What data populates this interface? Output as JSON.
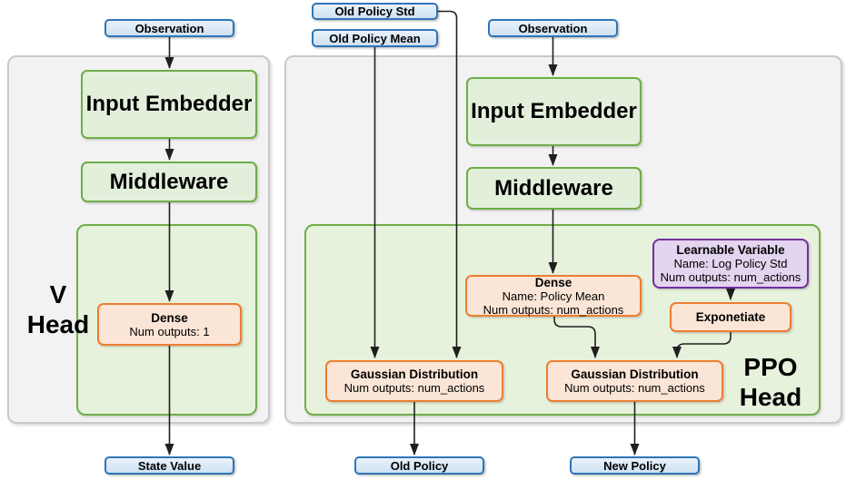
{
  "colors": {
    "blue_border": "#2E75B6",
    "blue_fill": "#D9E7F5",
    "green_border": "#70AD47",
    "green_fill": "#E2EFDA",
    "green_container_fill": "#E7F2DD",
    "orange_border": "#ED7D31",
    "orange_fill": "#FBE5D6",
    "purple_border": "#7030A0",
    "purple_fill": "#E3D4EF",
    "gray_container_fill": "#F2F2F2",
    "gray_container_border": "#C9C9C9",
    "connector_line": "#1F1F1F"
  },
  "v_network": {
    "observation_label": "Observation",
    "input_embedder_label": "Input Embedder",
    "middleware_label": "Middleware",
    "head_label_line1": "V",
    "head_label_line2": "Head",
    "dense": {
      "title": "Dense",
      "subtitle": "Num outputs: 1"
    },
    "state_value_label": "State Value"
  },
  "ppo_network": {
    "old_policy_std_label": "Old Policy Std",
    "old_policy_mean_label": "Old Policy Mean",
    "observation_label": "Observation",
    "input_embedder_label": "Input Embedder",
    "middleware_label": "Middleware",
    "head_label_line1": "PPO",
    "head_label_line2": "Head",
    "dense": {
      "title": "Dense",
      "line1": "Name: Policy Mean",
      "line2": "Num outputs: num_actions"
    },
    "learnable_variable": {
      "title": "Learnable Variable",
      "line1": "Name: Log Policy Std",
      "line2": "Num outputs: num_actions"
    },
    "exponetiate_label": "Exponetiate",
    "gaussian_old": {
      "title": "Gaussian Distribution",
      "subtitle": "Num outputs: num_actions"
    },
    "gaussian_new": {
      "title": "Gaussian Distribution",
      "subtitle": "Num outputs: num_actions"
    },
    "old_policy_label": "Old Policy",
    "new_policy_label": "New Policy"
  }
}
